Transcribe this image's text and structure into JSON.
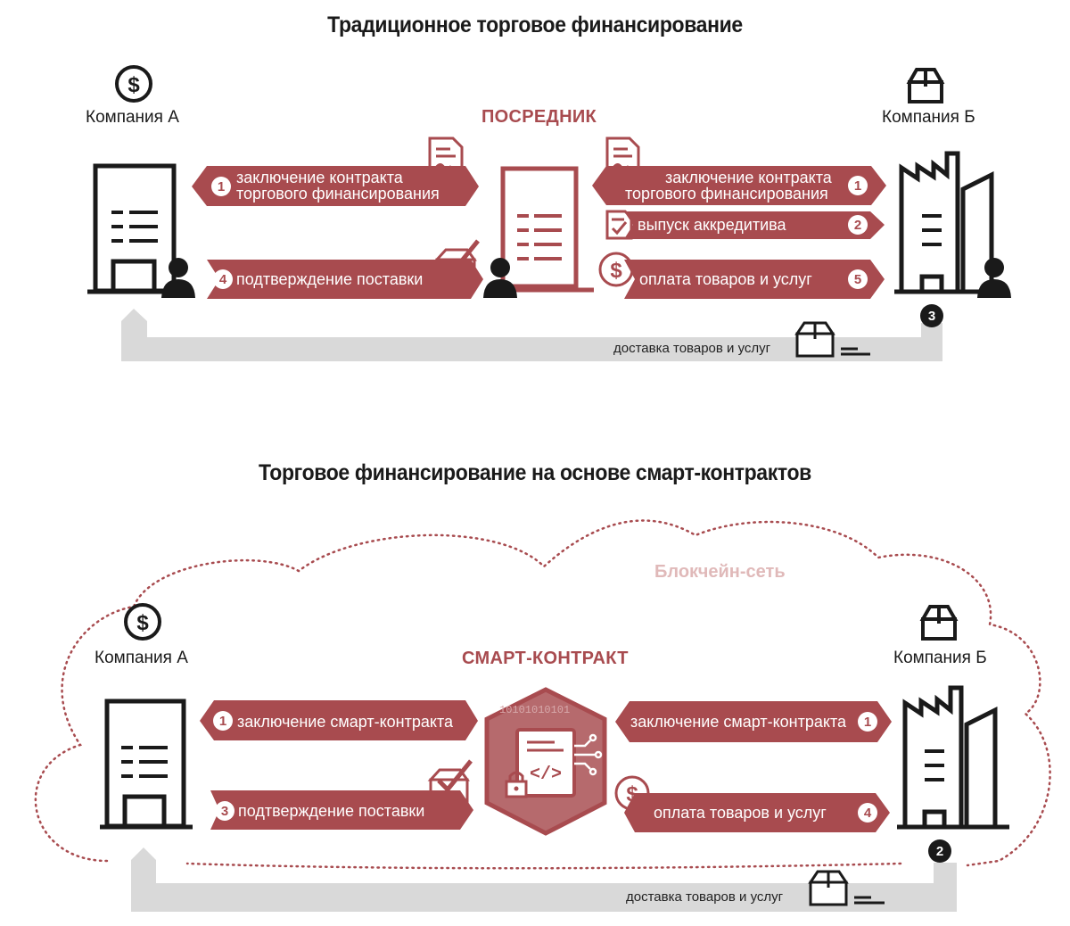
{
  "top": {
    "title": "Традиционное торговое финансирование",
    "company_a": "Компания А",
    "company_b": "Компания Б",
    "intermediary": "ПОСРЕДНИК",
    "left_arrow_1": {
      "num": "1",
      "line1": "заключение контракта",
      "line2": "торгового финансирования"
    },
    "left_arrow_4": {
      "num": "4",
      "text": "подтверждение поставки"
    },
    "right_arrow_1": {
      "num": "1",
      "line1": "заключение контракта",
      "line2": "торгового финансирования"
    },
    "right_arrow_2": {
      "num": "2",
      "text": "выпуск аккредитива"
    },
    "right_arrow_5": {
      "num": "5",
      "text": "оплата товаров и услуг"
    },
    "step_3": "3",
    "delivery": "доставка товаров и услуг"
  },
  "bottom": {
    "title": "Торговое финансирование на основе смарт-контрактов",
    "network": "Блокчейн-сеть",
    "company_a": "Компания А",
    "company_b": "Компания Б",
    "smart_contract": "СМАРТ-КОНТРАКТ",
    "left_arrow_1": {
      "num": "1",
      "text": "заключение смарт-контракта"
    },
    "left_arrow_3": {
      "num": "3",
      "text": "подтверждение поставки"
    },
    "right_arrow_1": {
      "num": "1",
      "text": "заключение смарт-контракта"
    },
    "right_arrow_4": {
      "num": "4",
      "text": "оплата товаров и услуг"
    },
    "step_2": "2",
    "binary": "10101010101",
    "delivery": "доставка товаров и услуг"
  },
  "colors": {
    "accent": "#a84b4f",
    "gray": "#d9d9d9",
    "dark": "#1a1a1a"
  }
}
